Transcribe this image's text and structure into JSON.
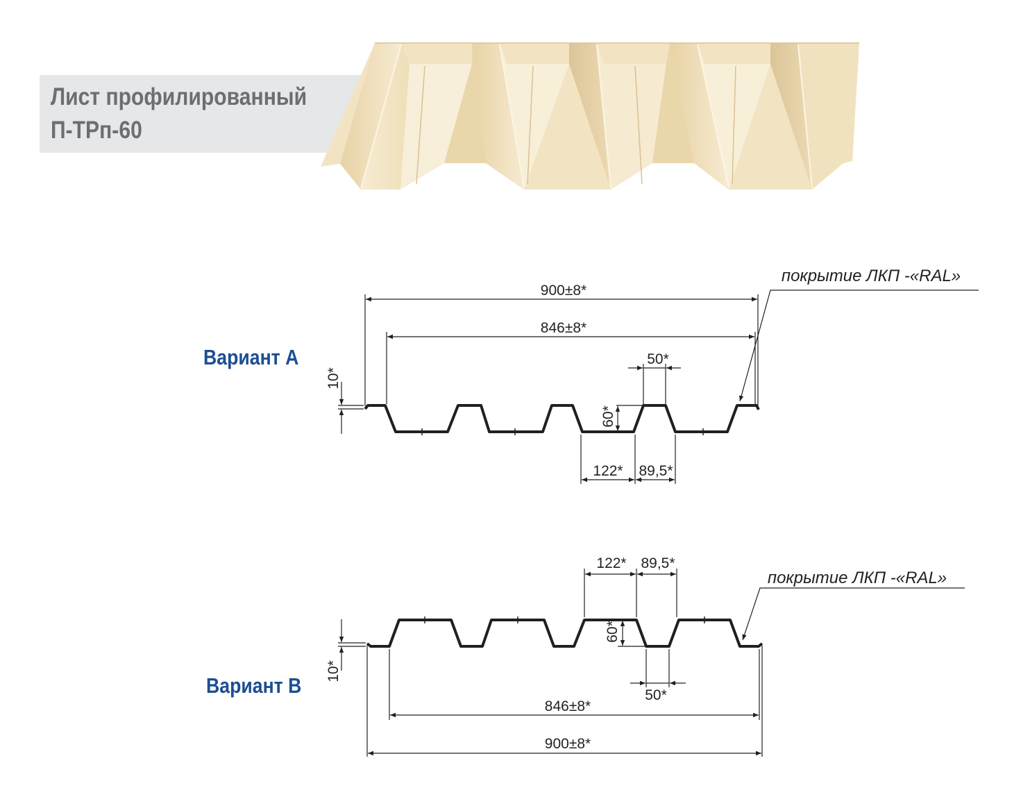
{
  "title": {
    "line1": "Лист профилированный",
    "line2": "П-ТРп-60"
  },
  "colors": {
    "title_band": "#e6e7e8",
    "title_text": "#6d6e71",
    "variant_text": "#1c4e94",
    "sheet_light": "#f4e7c8",
    "sheet_dark": "#dcc499",
    "line": "#231f20"
  },
  "variant_a": {
    "label": "Вариант A",
    "dim_total": "900±8*",
    "dim_useful": "846±8*",
    "dim_top": "50*",
    "dim_edge": "10*",
    "dim_height": "60*",
    "dim_pitch_a": "122*",
    "dim_pitch_b": "89,5*",
    "coating": "покрытие ЛКП -«RAL»"
  },
  "variant_b": {
    "label": "Вариант B",
    "dim_total": "900±8*",
    "dim_useful": "846±8*",
    "dim_bottom": "50*",
    "dim_edge": "10*",
    "dim_height": "60*",
    "dim_pitch_a": "122*",
    "dim_pitch_b": "89,5*",
    "coating": "покрытие ЛКП -«RAL»"
  }
}
